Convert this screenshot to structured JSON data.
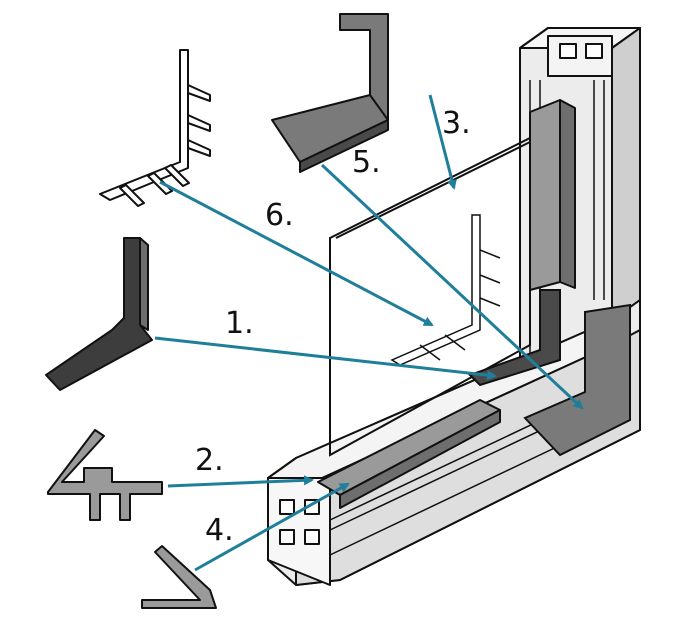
{
  "colors": {
    "background": "#ffffff",
    "arrow": "#1f7f9a",
    "profile_fill": "#ececec",
    "profile_shade": "#cfcfcf",
    "part_dark": "#4a4a4a",
    "part_grey": "#8d8d8d",
    "part_light": "#bcbcbc",
    "outline": "#111111"
  },
  "callouts": [
    "1.",
    "2.",
    "3.",
    "4.",
    "5.",
    "6."
  ],
  "icons": [
    "corner-bracket-icon",
    "seal-profile-icon",
    "cover-strip-profile-icon",
    "corner-cover-icon",
    "clip-bracket-icon",
    "glass-panel-icon",
    "aluminium-profile-frame-icon"
  ]
}
